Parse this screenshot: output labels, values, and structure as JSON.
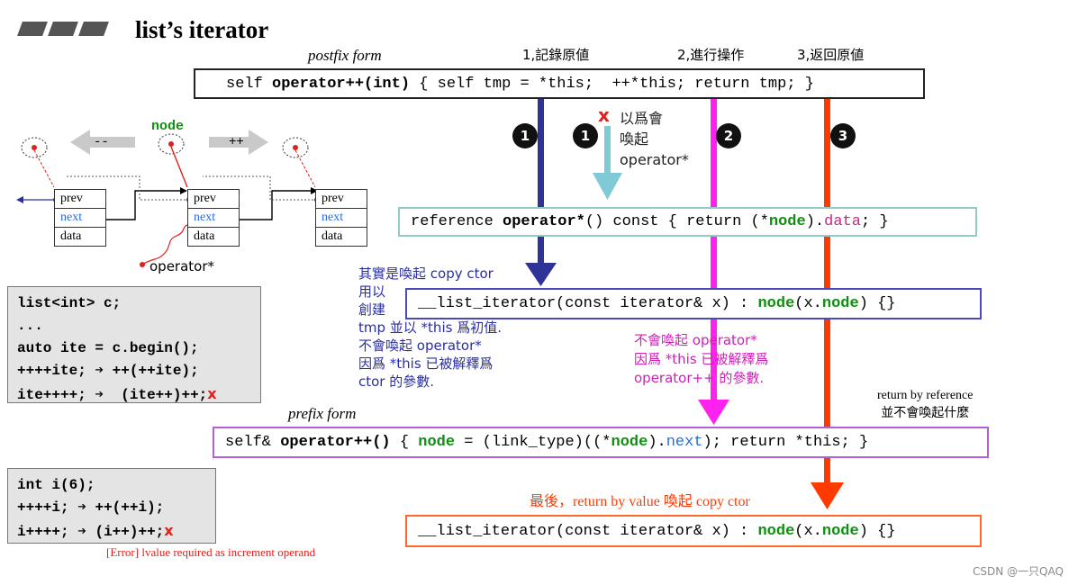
{
  "header": {
    "title": "list’s iterator"
  },
  "labels": {
    "postfix_form": "postfix form",
    "prefix_form": "prefix form",
    "step1": "1,記錄原値",
    "step2": "2,進行操作",
    "step3": "3,返回原値",
    "badge1": "1",
    "badge1b": "1",
    "badge2": "2",
    "badge3": "3",
    "x_mark": "x",
    "x_note_1": "以爲會",
    "x_note_2": "喚起",
    "x_note_3": "operator*",
    "node_label": "node",
    "nav_prev": "--",
    "nav_next": "++",
    "operator_star": "operator*",
    "return_ref_1": "return by reference",
    "return_ref_2": "並不會喚起什麼",
    "final_note": "最後，return by value 喚起 copy ctor",
    "error_note": "[Error] lvalue required as increment operand",
    "watermark": "CSDN @一只QAQ"
  },
  "list_node_fields": [
    "prev",
    "next",
    "data"
  ],
  "code": {
    "postfix_pre": "self ",
    "postfix_op": "operator++(int)",
    "postfix_post": " { self tmp = *this;  ++*this; return tmp; }",
    "deref_pre": "reference ",
    "deref_op": "operator*",
    "deref_mid": "() const { return (*",
    "deref_node": "node",
    "deref_mid2": ").",
    "deref_data": "data",
    "deref_end": "; }",
    "ctor1_pre": "__list_iterator(const iterator& x) : ",
    "ctor1_node": "node",
    "ctor1_mid": "(x.",
    "ctor1_node2": "node",
    "ctor1_end": ") {}",
    "prefix_pre": "self& ",
    "prefix_op": "operator++()",
    "prefix_mid": " { ",
    "prefix_node": "node",
    "prefix_mid2": " = (link_type)((*",
    "prefix_node2": "node",
    "prefix_mid3": ").",
    "prefix_next": "next",
    "prefix_end": "); return *this; }",
    "ctor2_pre": "__list_iterator(const iterator& x) : ",
    "ctor2_node": "node",
    "ctor2_mid": "(x.",
    "ctor2_node2": "node",
    "ctor2_end": ") {}"
  },
  "list_example": {
    "line1": "list<int> c;",
    "line2": "...",
    "line3": "auto ite = c.begin();",
    "line4_a": "++++ite;",
    "line4_b": "++(++ite);",
    "line5_a": "ite++++;",
    "line5_b": "(ite++)++;",
    "line5_x": "x"
  },
  "int_example": {
    "line1": "int i(6);",
    "line2_a": "++++i;",
    "line2_b": "++(++i);",
    "line3_a": "i++++;",
    "line3_b": "(i++)++;",
    "line3_x": "x"
  },
  "notes": {
    "copy_ctor": [
      "其實是喚起 copy ctor",
      "用以",
      "創建",
      "tmp 並以 *this 爲初值.",
      "不會喚起 operator*",
      "因爲 *this 已被解釋爲",
      "ctor 的參數."
    ],
    "no_deref": [
      "不會喚起 operator*",
      "因爲 *this 已被解釋爲",
      "operator++ 的參數."
    ]
  },
  "colors": {
    "navy": "#2f3296",
    "light_blue": "#7fcad6",
    "magenta": "#ff22ee",
    "orange": "#ff3a00",
    "code_border_postfix": "#222222",
    "code_border_deref": "#93c9c7",
    "code_border_ctor1": "#4a4ab8",
    "code_border_prefix": "#b45fd6",
    "code_border_ctor2": "#ff6a2a",
    "error_red": "#e0201b"
  },
  "icons": [
    "arrow-right-icon",
    "close-x-icon",
    "cloud-icon"
  ]
}
